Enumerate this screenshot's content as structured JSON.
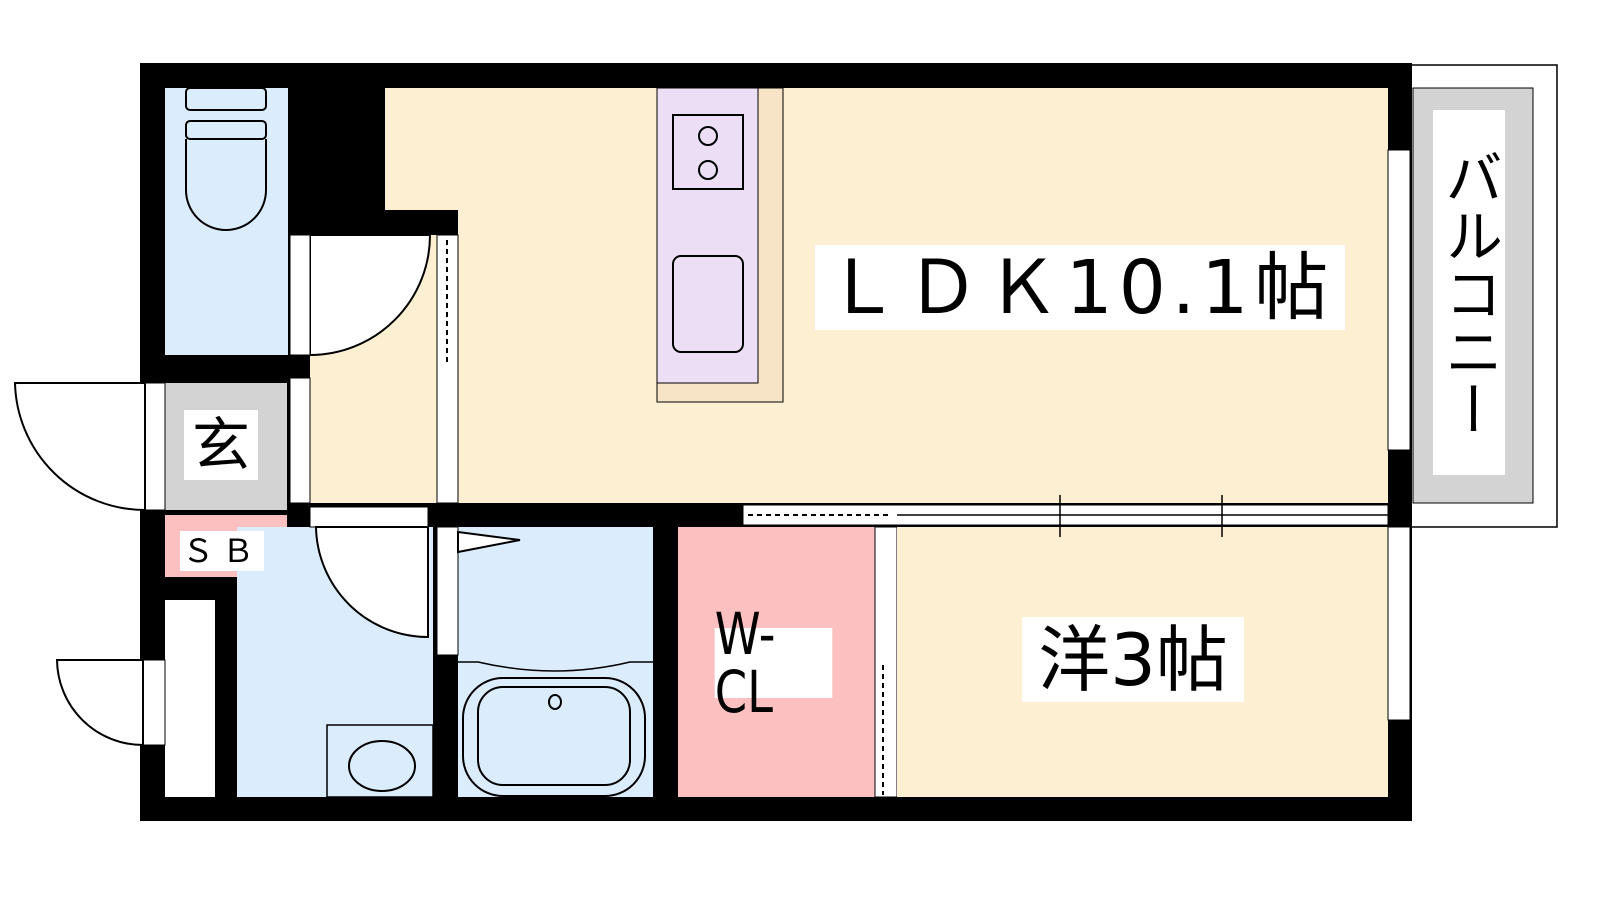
{
  "rooms": {
    "ldk": "ＬＤＫ10.1帖",
    "western": "洋3帖",
    "walk_in_closet": "W-CL",
    "entrance": "玄",
    "shoe_box": "ＳＢ",
    "balcony": "バルコニー"
  },
  "colors": {
    "living": "#fdf0d2",
    "wet_area": "#dbecfd",
    "closet": "#fdc0c0",
    "entrance": "#d3d3d3",
    "kitchen": "#ecdff5",
    "wall": "#000000"
  }
}
